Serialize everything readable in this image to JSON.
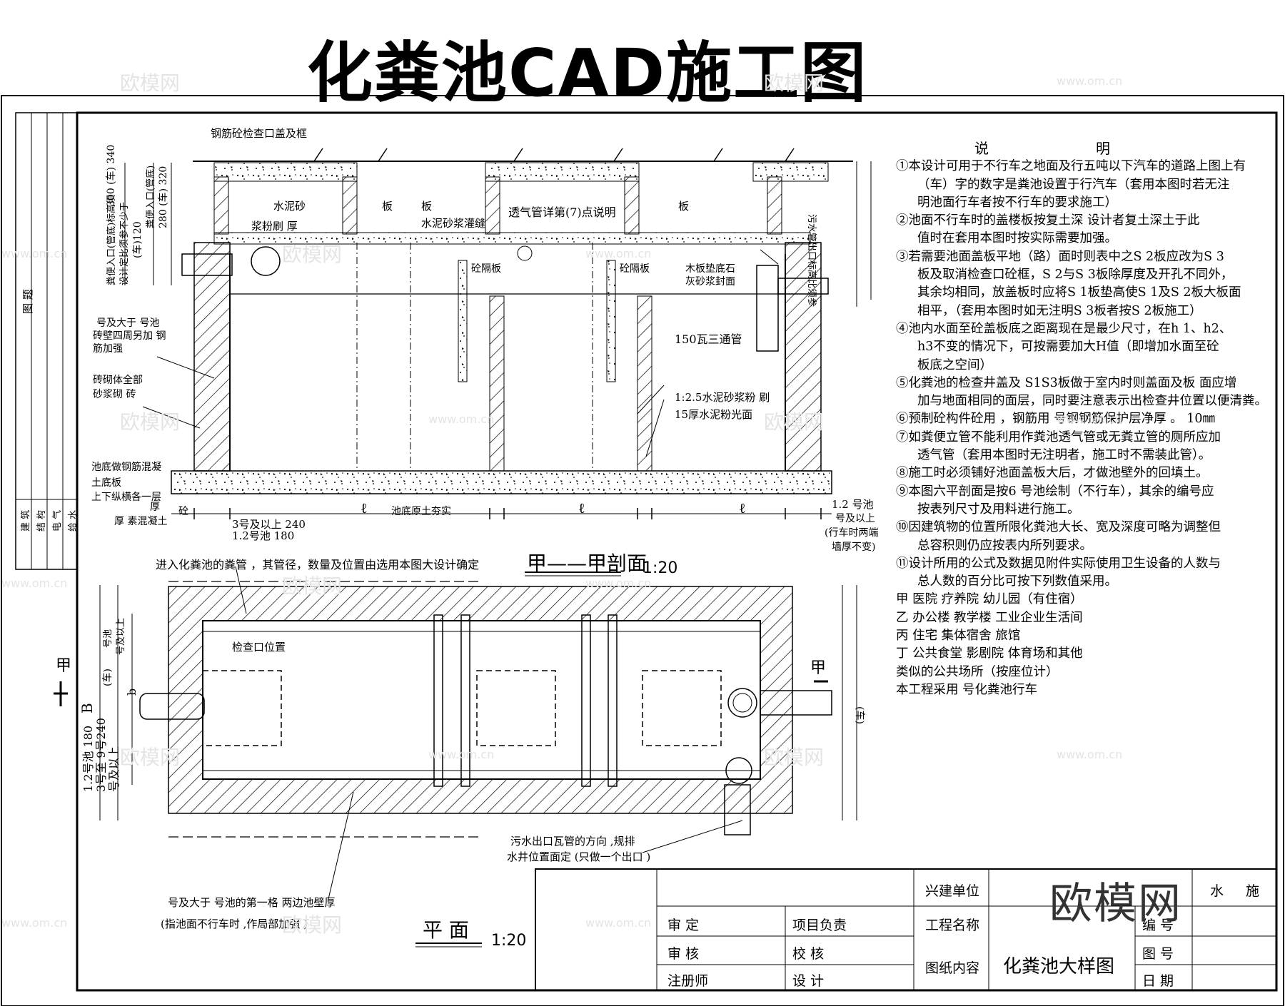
{
  "title": "化粪池CAD施工图",
  "section": {
    "label": "甲——甲剖面",
    "scale": "1:20",
    "cover_label": "钢筋砼检查口盖及框",
    "labels": {
      "shuini_sha": "水泥砂",
      "jiangfen_hou": "浆粉刷    厚",
      "ban1": "板",
      "ban2": "板",
      "ban3": "板",
      "shuini_jiang": "水泥砂浆灌缝",
      "tongqi": "透气管详第(7)点说明",
      "gezhi1": "砼隔板",
      "gezhi2": "砼隔板",
      "mudian": "木板垫底石",
      "huisha": "灰砂浆封面",
      "santong": "150瓦三通管",
      "shuini125": "1:2.5水泥砂浆粉  刷",
      "shuini15": "15厚水泥粉光面",
      "zhuanti": "砖砌体全部",
      "shajiang": "砂浆砌      砖",
      "haoda": "号及大于   号池",
      "zhuanbi": "砖壁四周另加     钢",
      "jinjiaqiang": "筋加强",
      "chidi1": "池底做钢筋混凝",
      "chidi2": "土底板",
      "chidi3": "上下纵横各一层",
      "hou": "厚",
      "tong": "砼",
      "suhunning": "厚    素混凝土",
      "hangtu": "池底原土夯实",
      "l1": "ℓ",
      "l2": "ℓ",
      "l3": "ℓ",
      "dim_3hao": "3号及以上 240",
      "dim_12hao": "1.2号池 180",
      "dim_r1": "1.2 号池",
      "dim_r2": "号及以上",
      "dim_r3": "(行车时两端",
      "dim_r4": "墙厚不变)",
      "wushui": "污水管出口标高比须参",
      "left_v1": "粪便入口(管底)标高须",
      "left_v2": "设计定比须参不少于",
      "left_v3": "(车)120",
      "left_v4": "300 (车) 340",
      "left_v5": "粪便入口(管底)",
      "left_v6": "280 (车) 320"
    }
  },
  "plan": {
    "label": "平  面",
    "scale": "1:20",
    "top_note": "进入化粪池的粪管    ，其管径，数量及位置由选用本图大设计确定",
    "jiancha": "检查口位置",
    "jia_left": "甲",
    "jia_right": "甲",
    "b_dim": "B",
    "b_small": "b",
    "left_dims": "1.2号池 180\n3号至 9号240\n号及以上",
    "haochi": "号池",
    "hao_up": "号及以上",
    "che": "(车)",
    "outlet1": "污水出口瓦管的方向       ,规排",
    "outlet2": "水井位置面定   (只做一个出口    )",
    "bottom1": "号及大于   号池的第一格       两边池壁厚",
    "bottom2": "(指池面不行车时        ,作局部加强    )"
  },
  "notes": {
    "header": "说明",
    "items": [
      "①本设计可用于不行车之地面及行五吨以下汽车的道路上图上有",
      "（车）字的数字是粪池设置于行汽车（套用本图时若无注",
      "明池面行车者按不行车的要求施工）",
      "②池面不行车时的盖楼板按复土深       设计者复土深土于此",
      "值时在套用本图时按实际需要加强。",
      "③若需要池面盖板平地（路）面时则表中之S      2板应改为S  3",
      "板及取消检查口砼框，S     2与S 3板除厚度及开孔不同外，",
      "其余均相同，放盖板时应将S     1板垫高使S  1及S 2板大板面",
      "相平，（套用本图时如无注明S      3板者按S  2板施工）",
      "④池内水面至砼盖板底之距离现在是最少尺寸，在h          1、h2、",
      "h3不变的情况下，可按需要加大H值（即增加水面至砼",
      "板底之空间）",
      "⑤化粪池的检查井盖及      S1S3板做于室内时则盖面及板         面应增",
      "加与地面相同的面层，同时要注意表示出检查井位置以便清粪。",
      "⑥预制砼构件砼用    ，钢筋用   号钢钢筋保护层净厚       。        10㎜",
      "⑦如粪便立管不能利用作粪池透气管或无粪立管的厕所应加",
      "透气管（套用本图时无注明者，施工时不需装此管）。",
      "⑧施工时必须铺好池面盖板大后，才做池壁外的回填土。",
      "⑨本图六平剖面是按6 号池绘制（不行车），其余的编号应",
      "按表列尺寸及用料进行施工。",
      "⑩因建筑物的位置所限化粪池大长、宽及深度可略为调整但",
      "总容积则仍应按表内所列要求。",
      "⑪设计所用的公式及数据见附件实际使用卫生设备的人数与",
      "总人数的百分比可按下列数值采用。",
      "甲  医院    疗养院    幼儿园（有住宿）",
      "乙  办公楼    教学楼    工业企业生活间",
      "丙  住宅    集体宿舍    旅馆",
      "丁  公共食堂    影剧院    体育场和其他",
      "类似的公共场所（按座位计）",
      "本工程采用     号化粪池行车"
    ]
  },
  "title_block": {
    "xingjian": "兴建单位",
    "shending": "审  定",
    "xiangmu": "项目负责",
    "gongcheng": "工程名称",
    "bianhao": "编  号",
    "shenhe": "审  核",
    "jiaohe": "校  核",
    "tuzhi": "图纸内容",
    "content": "化粪池大样图",
    "tuhao": "图  号",
    "zhuce": "注册师",
    "sheji": "设  计",
    "riqi": "日  期",
    "shui": "水",
    "shi": "施"
  },
  "left_strip": {
    "top": "图  题",
    "a": "建  筑",
    "b": "结  构",
    "c": "电  气",
    "d": "给  水"
  },
  "watermark": {
    "brand": "欧模网",
    "url": "www.om.cn",
    "logo": "欧模网"
  }
}
